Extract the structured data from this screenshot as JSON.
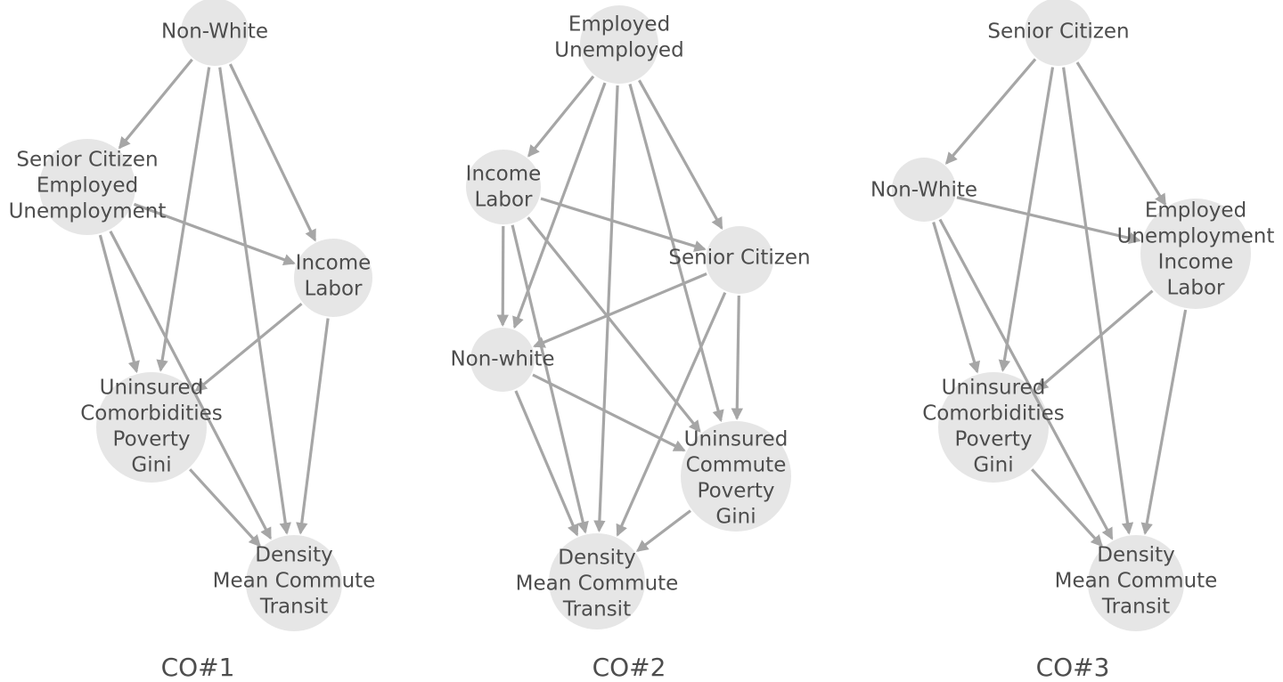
{
  "accent": {
    "node_fill": "#e6e6e6",
    "edge": "#a6a6a6",
    "text": "#4d4d4d"
  },
  "diagrams": [
    {
      "caption": "CO#1",
      "nodes": [
        {
          "id": "n1",
          "lines": [
            "Non-White"
          ]
        },
        {
          "id": "n2",
          "lines": [
            "Senior Citizen",
            "Employed",
            "Unemployment"
          ]
        },
        {
          "id": "n3",
          "lines": [
            "Income",
            "Labor"
          ]
        },
        {
          "id": "n4",
          "lines": [
            "Uninsured",
            "Comorbidities",
            "Poverty",
            "Gini"
          ]
        },
        {
          "id": "n5",
          "lines": [
            "Density",
            "Mean Commute",
            "Transit"
          ]
        }
      ],
      "edges": [
        {
          "from": "n1",
          "to": "n2"
        },
        {
          "from": "n1",
          "to": "n4"
        },
        {
          "from": "n1",
          "to": "n5"
        },
        {
          "from": "n1",
          "to": "n3"
        },
        {
          "from": "n2",
          "to": "n3"
        },
        {
          "from": "n2",
          "to": "n4"
        },
        {
          "from": "n2",
          "to": "n5"
        },
        {
          "from": "n3",
          "to": "n4"
        },
        {
          "from": "n3",
          "to": "n5"
        },
        {
          "from": "n4",
          "to": "n5"
        }
      ]
    },
    {
      "caption": "CO#2",
      "nodes": [
        {
          "id": "m1",
          "lines": [
            "Employed",
            "Unemployed"
          ]
        },
        {
          "id": "m2",
          "lines": [
            "Income",
            "Labor"
          ]
        },
        {
          "id": "m3",
          "lines": [
            "Senior Citizen"
          ]
        },
        {
          "id": "m4",
          "lines": [
            "Non-white"
          ]
        },
        {
          "id": "m5",
          "lines": [
            "Uninsured",
            "Commute",
            "Poverty",
            "Gini"
          ]
        },
        {
          "id": "m6",
          "lines": [
            "Density",
            "Mean Commute",
            "Transit"
          ]
        }
      ],
      "edges": [
        {
          "from": "m1",
          "to": "m2"
        },
        {
          "from": "m1",
          "to": "m4"
        },
        {
          "from": "m1",
          "to": "m6"
        },
        {
          "from": "m1",
          "to": "m5"
        },
        {
          "from": "m1",
          "to": "m3"
        },
        {
          "from": "m2",
          "to": "m3"
        },
        {
          "from": "m2",
          "to": "m4"
        },
        {
          "from": "m2",
          "to": "m6"
        },
        {
          "from": "m2",
          "to": "m5"
        },
        {
          "from": "m3",
          "to": "m4"
        },
        {
          "from": "m3",
          "to": "m6"
        },
        {
          "from": "m3",
          "to": "m5"
        },
        {
          "from": "m4",
          "to": "m6"
        },
        {
          "from": "m4",
          "to": "m5"
        },
        {
          "from": "m5",
          "to": "m6"
        }
      ]
    },
    {
      "caption": "CO#3",
      "nodes": [
        {
          "id": "k1",
          "lines": [
            "Senior Citizen"
          ]
        },
        {
          "id": "k2",
          "lines": [
            "Non-White"
          ]
        },
        {
          "id": "k3",
          "lines": [
            "Employed",
            "Unemployment",
            "Income",
            "Labor"
          ]
        },
        {
          "id": "k4",
          "lines": [
            "Uninsured",
            "Comorbidities",
            "Poverty",
            "Gini"
          ]
        },
        {
          "id": "k5",
          "lines": [
            "Density",
            "Mean Commute",
            "Transit"
          ]
        }
      ],
      "edges": [
        {
          "from": "k1",
          "to": "k2"
        },
        {
          "from": "k1",
          "to": "k4"
        },
        {
          "from": "k1",
          "to": "k5"
        },
        {
          "from": "k1",
          "to": "k3"
        },
        {
          "from": "k2",
          "to": "k3"
        },
        {
          "from": "k2",
          "to": "k4"
        },
        {
          "from": "k2",
          "to": "k5"
        },
        {
          "from": "k3",
          "to": "k4"
        },
        {
          "from": "k3",
          "to": "k5"
        },
        {
          "from": "k4",
          "to": "k5"
        }
      ]
    }
  ]
}
